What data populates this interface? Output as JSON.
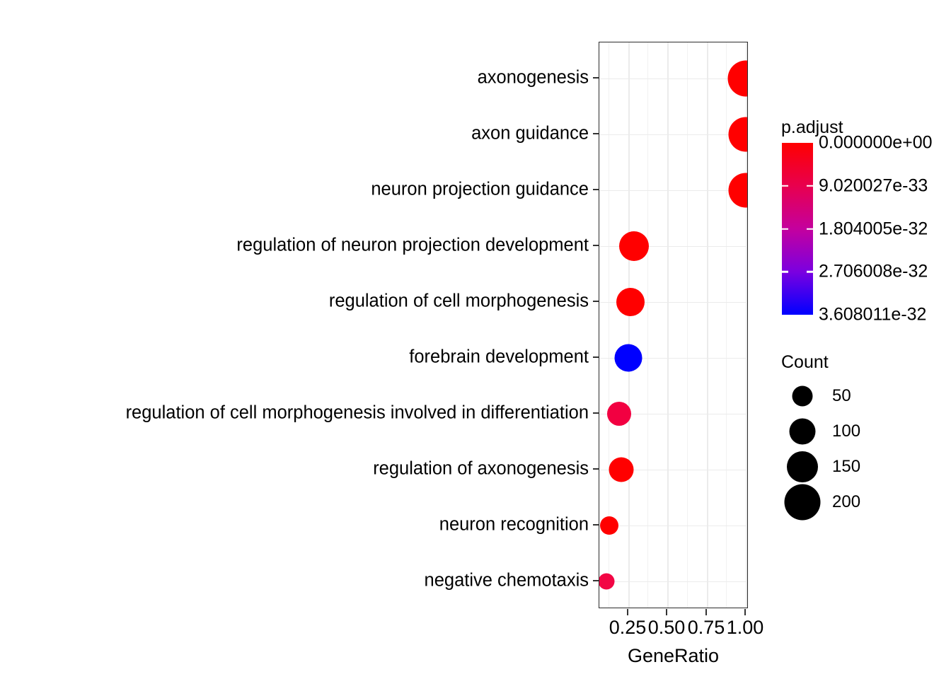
{
  "chart_data": {
    "type": "scatter",
    "title": "",
    "xlabel": "GeneRatio",
    "ylabel": "",
    "xlim": [
      0.0847,
      1.0653
    ],
    "xticks": [
      0.25,
      0.5,
      0.75,
      1.0
    ],
    "xtick_labels": [
      "0.25",
      "0.50",
      "0.75",
      "1.00"
    ],
    "grid": true,
    "legend_position": "right",
    "categories": [
      "axonogenesis",
      "axon guidance",
      "neuron projection guidance",
      "regulation of neuron projection development",
      "regulation of cell morphogenesis",
      "forebrain development",
      "regulation of cell morphogenesis involved in differentiation",
      "regulation of axonogenesis",
      "neuron recognition",
      "negative chemotaxis"
    ],
    "points": [
      {
        "label": "axonogenesis",
        "gene_ratio": 1.0,
        "count": 224,
        "p_adjust": 0.0,
        "color": "#FF0000"
      },
      {
        "label": "axon guidance",
        "gene_ratio": 1.0,
        "count": 208,
        "p_adjust": 0.0,
        "color": "#FF0000"
      },
      {
        "label": "neuron projection guidance",
        "gene_ratio": 1.0,
        "count": 208,
        "p_adjust": 0.0,
        "color": "#FF0000"
      },
      {
        "label": "regulation of neuron projection development",
        "gene_ratio": 0.29,
        "count": 150,
        "p_adjust": 0.0,
        "color": "#FF0000"
      },
      {
        "label": "regulation of cell morphogenesis",
        "gene_ratio": 0.27,
        "count": 139,
        "p_adjust": 0.0,
        "color": "#FF0000"
      },
      {
        "label": "forebrain development",
        "gene_ratio": 0.26,
        "count": 132,
        "p_adjust": 3.608011e-32,
        "color": "#0000FF"
      },
      {
        "label": "regulation of cell morphogenesis involved in differentiation",
        "gene_ratio": 0.2,
        "count": 105,
        "p_adjust": 4.5e-33,
        "color": "#F20041"
      },
      {
        "label": "regulation of axonogenesis",
        "gene_ratio": 0.21,
        "count": 110,
        "p_adjust": 0.0,
        "color": "#FF0000"
      },
      {
        "label": "neuron recognition",
        "gene_ratio": 0.14,
        "count": 66,
        "p_adjust": 0.0,
        "color": "#FF0000"
      },
      {
        "label": "negative chemotaxis",
        "gene_ratio": 0.13,
        "count": 56,
        "p_adjust": 4e-33,
        "color": "#F20644"
      }
    ],
    "color_legend": {
      "title": "p.adjust",
      "labels": [
        "0.000000e+00",
        "9.020027e-33",
        "1.804005e-32",
        "2.706008e-32",
        "3.608011e-32"
      ],
      "values": [
        0.0,
        9.020027e-33,
        1.804005e-32,
        2.706008e-32,
        3.608011e-32
      ],
      "high_color": "#FF0000",
      "low_color": "#0000FF"
    },
    "size_legend": {
      "title": "Count",
      "labels": [
        "50",
        "100",
        "150",
        "200"
      ],
      "values": [
        50,
        100,
        150,
        200
      ]
    }
  },
  "axis": {
    "x_title": "GeneRatio"
  }
}
